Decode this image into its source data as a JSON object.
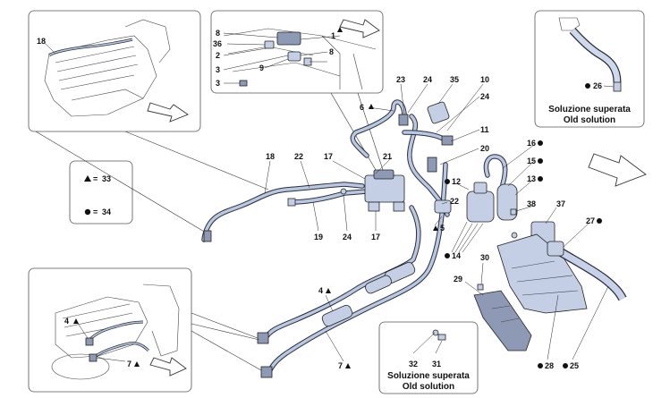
{
  "legend": {
    "triangle_value": "33",
    "circle_value": "34",
    "eq": "="
  },
  "captions": {
    "top_right_line1": "Soluzione superata",
    "top_right_line2": "Old solution",
    "bottom_line1": "Soluzione superata",
    "bottom_line2": "Old solution"
  },
  "callouts": {
    "c18_inset": "18",
    "c8a": "8",
    "c1": "1",
    "c36": "36",
    "c2": "2",
    "c8b": "8",
    "c3a": "3",
    "c9": "9",
    "c3b": "3",
    "c26": "26",
    "c23": "23",
    "c24a": "24",
    "c35": "35",
    "c10": "10",
    "c24b": "24",
    "c6": "6",
    "c11": "11",
    "c16": "16",
    "c20": "20",
    "c15": "15",
    "c21": "21",
    "c13": "13",
    "c18": "18",
    "c22a": "22",
    "c17a": "17",
    "c12": "12",
    "c22b": "22",
    "c37": "37",
    "c38": "38",
    "c27": "27",
    "c19": "19",
    "c24c": "24",
    "c17b": "17",
    "c5": "5",
    "c14": "14",
    "c30": "30",
    "c29": "29",
    "c4a": "4",
    "c4b": "4",
    "c7a": "7",
    "c7b": "7",
    "c32": "32",
    "c31": "31",
    "c28": "28",
    "c25": "25"
  }
}
